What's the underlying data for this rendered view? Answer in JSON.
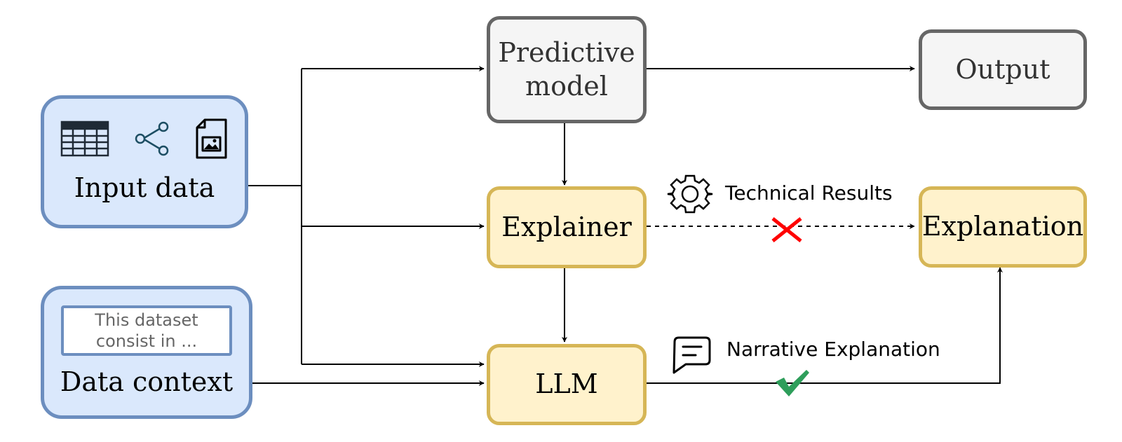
{
  "nodes": {
    "input_data": "Input data",
    "data_context": "Data context",
    "data_context_sample": "This dataset consist in ...",
    "predictive_model": "Predictive model",
    "explainer": "Explainer",
    "llm": "LLM",
    "output": "Output",
    "explanation": "Explanation"
  },
  "edges": {
    "technical_results": "Technical Results",
    "narrative_explanation": "Narrative Explanation"
  },
  "icons": [
    "table-icon",
    "share-graph-icon",
    "image-file-icon",
    "gear-icon",
    "chat-message-icon",
    "red-cross-icon",
    "green-check-icon"
  ],
  "colors": {
    "input_fill": "#dae8fc",
    "input_stroke": "#6c8ebf",
    "model_fill": "#f5f5f5",
    "model_stroke": "#666666",
    "explain_fill": "#fff2cc",
    "explain_stroke": "#d6b656",
    "reject": "#ff0000",
    "accept": "#2e9e5b"
  }
}
